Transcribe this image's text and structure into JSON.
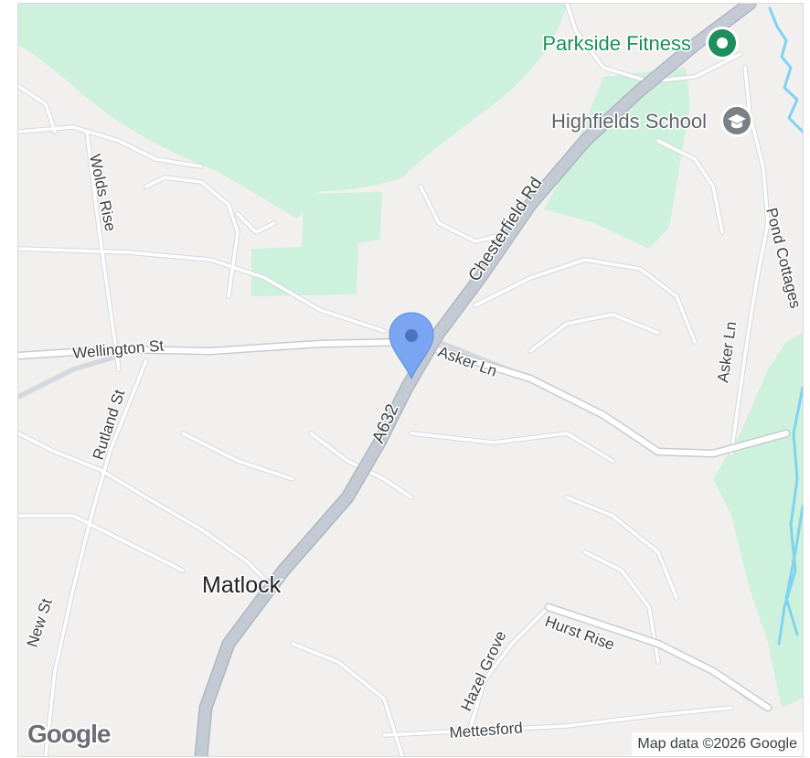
{
  "map": {
    "town_label": "Matlock",
    "attribution": "Map data ©2026 Google",
    "logo_text": "Google",
    "colors": {
      "park": "#cdf1dc",
      "land": "#f1f0ef",
      "major_road": "#c3cad3",
      "water": "#7fd3f0",
      "marker": "#7aa5f2",
      "poi_green": "#1e8e5a",
      "poi_gray": "#5f6368"
    }
  },
  "roads": {
    "a632": "A632",
    "chesterfield_rd": "Chesterfield Rd",
    "asker_ln_1": "Asker Ln",
    "asker_ln_2": "Asker Ln",
    "wellington_st": "Wellington St",
    "rutland_st": "Rutland St",
    "wolds_rise": "Wolds Rise",
    "new_st": "New St",
    "pond_cottages": "Pond Cottages",
    "hazel_grove": "Hazel Grove",
    "hurst_rise": "Hurst Rise",
    "mettesford": "Mettesford"
  },
  "pois": {
    "parkside_fitness": {
      "label": "Parkside Fitness",
      "icon": "dot-circle-icon"
    },
    "highfields_school": {
      "label": "Highfields School",
      "icon": "graduation-cap-icon"
    }
  },
  "marker": {
    "icon": "location-pin-icon"
  }
}
